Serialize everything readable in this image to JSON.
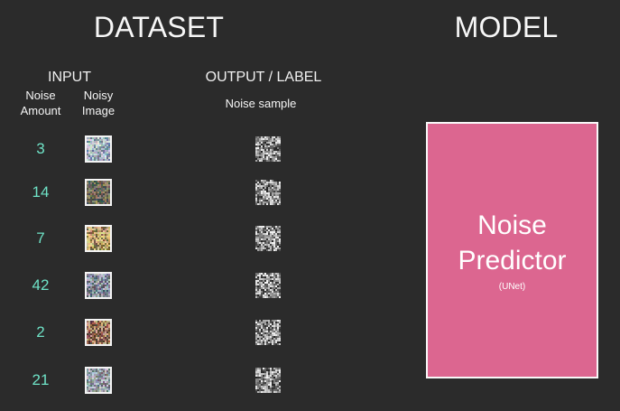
{
  "headings": {
    "dataset": "DATASET",
    "model": "MODEL"
  },
  "columns": {
    "input": "INPUT",
    "output_label": "OUTPUT  / LABEL",
    "noise_amount_line1": "Noise",
    "noise_amount_line2": "Amount",
    "noisy_image_line1": "Noisy",
    "noisy_image_line2": "Image",
    "noise_sample": "Noise sample"
  },
  "rows": [
    {
      "noise_amount": "3",
      "image_theme": "light-blue-gray"
    },
    {
      "noise_amount": "14",
      "image_theme": "brown-green"
    },
    {
      "noise_amount": "7",
      "image_theme": "yellow-brown"
    },
    {
      "noise_amount": "42",
      "image_theme": "gray-blue"
    },
    {
      "noise_amount": "2",
      "image_theme": "red-tan"
    },
    {
      "noise_amount": "21",
      "image_theme": "gray"
    }
  ],
  "model": {
    "line1": "Noise",
    "line2": "Predictor",
    "subtitle": "(UNet)"
  },
  "colors": {
    "background": "#2b2b2b",
    "accent_numbers": "#6fe3c7",
    "model_fill": "#dc6690",
    "model_border": "#f8f8f8"
  }
}
